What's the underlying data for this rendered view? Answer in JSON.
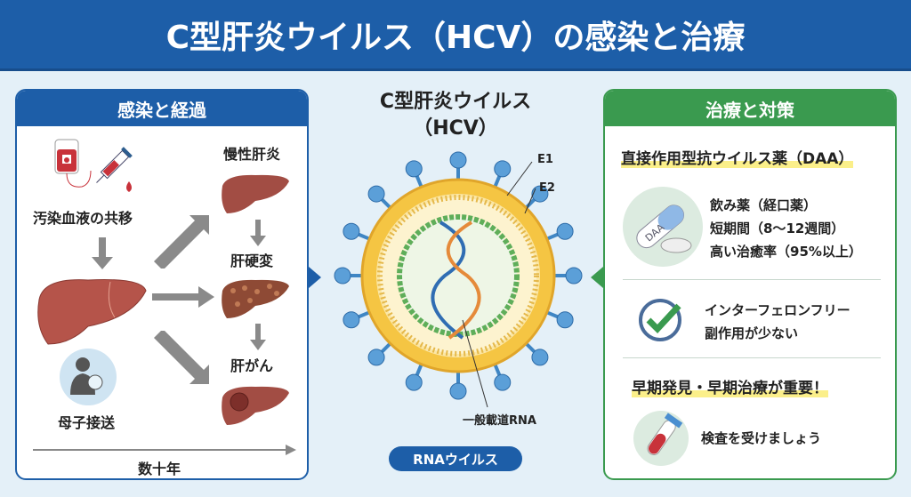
{
  "title": "C型肝炎ウイルス（HCV）の感染と治療",
  "left": {
    "heading": "感染と経過",
    "route_blood": "汚染血液の共移",
    "route_mother": "母子接送",
    "stage1": "慢性肝炎",
    "stage2": "肝硬変",
    "stage3": "肝がん",
    "timeline": "数十年"
  },
  "center": {
    "title_line1": "C型肝炎ウイルス",
    "title_line2": "（HCV）",
    "label_e1": "E1",
    "label_e2": "E2",
    "label_rna": "一般載道RNA",
    "badge": "RNAウイルス"
  },
  "right": {
    "heading": "治療と対策",
    "daa_heading": "直接作用型抗ウイルス薬（DAA）",
    "pill_text": "DAA",
    "daa_points": [
      "飲み薬（経口薬）",
      "短期間（8〜12週間）",
      "高い治癒率（95%以上）"
    ],
    "ifn_points": [
      "インターフェロンフリー",
      "副作用が少ない"
    ],
    "early_heading": "早期発見・早期治療が重要！",
    "test_text": "検査を受けましょう"
  },
  "colors": {
    "blue": "#1d5ea8",
    "green": "#3a9a4f",
    "liver": "#b5544a",
    "highlight": "#fbef8a"
  }
}
